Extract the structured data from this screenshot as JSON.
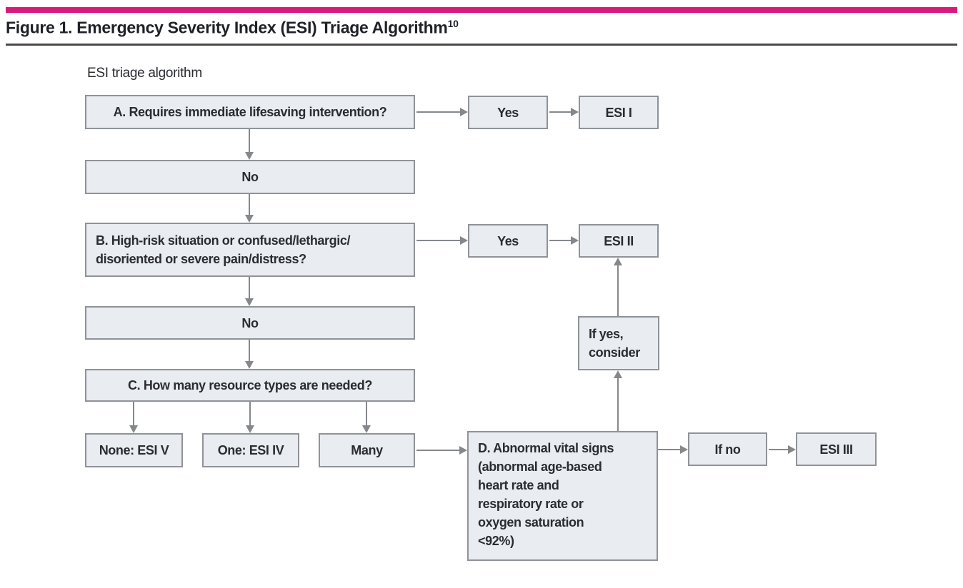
{
  "header": {
    "title": "Figure 1. Emergency Severity Index (ESI) Triage Algorithm",
    "title_superscript": "10"
  },
  "diagram": {
    "label": "ESI triage algorithm",
    "nodes": {
      "a": "A. Requires immediate lifesaving intervention?",
      "yes1": "Yes",
      "esi1": "ESI I",
      "no1": "No",
      "b": "B. High-risk situation or confused/lethargic/\ndisoriented or severe pain/distress?",
      "yes2": "Yes",
      "esi2": "ESI II",
      "no2": "No",
      "c": "C. How many resource types are needed?",
      "none": "None: ESI V",
      "one": "One: ESI IV",
      "many": "Many",
      "d": "D. Abnormal vital signs\n(abnormal age-based\nheart rate and\nrespiratory rate or\noxygen saturation\n<92%)",
      "if_yes": "If yes,\nconsider",
      "if_no": "If no",
      "esi3": "ESI III"
    }
  },
  "colors": {
    "accent_bar": "#d91a7c",
    "rule": "#4b4b4b",
    "node_fill": "#e9edf2",
    "node_border": "#8f9397",
    "arrow": "#85888b",
    "text": "#2b2c32",
    "title": "#1e2127"
  }
}
